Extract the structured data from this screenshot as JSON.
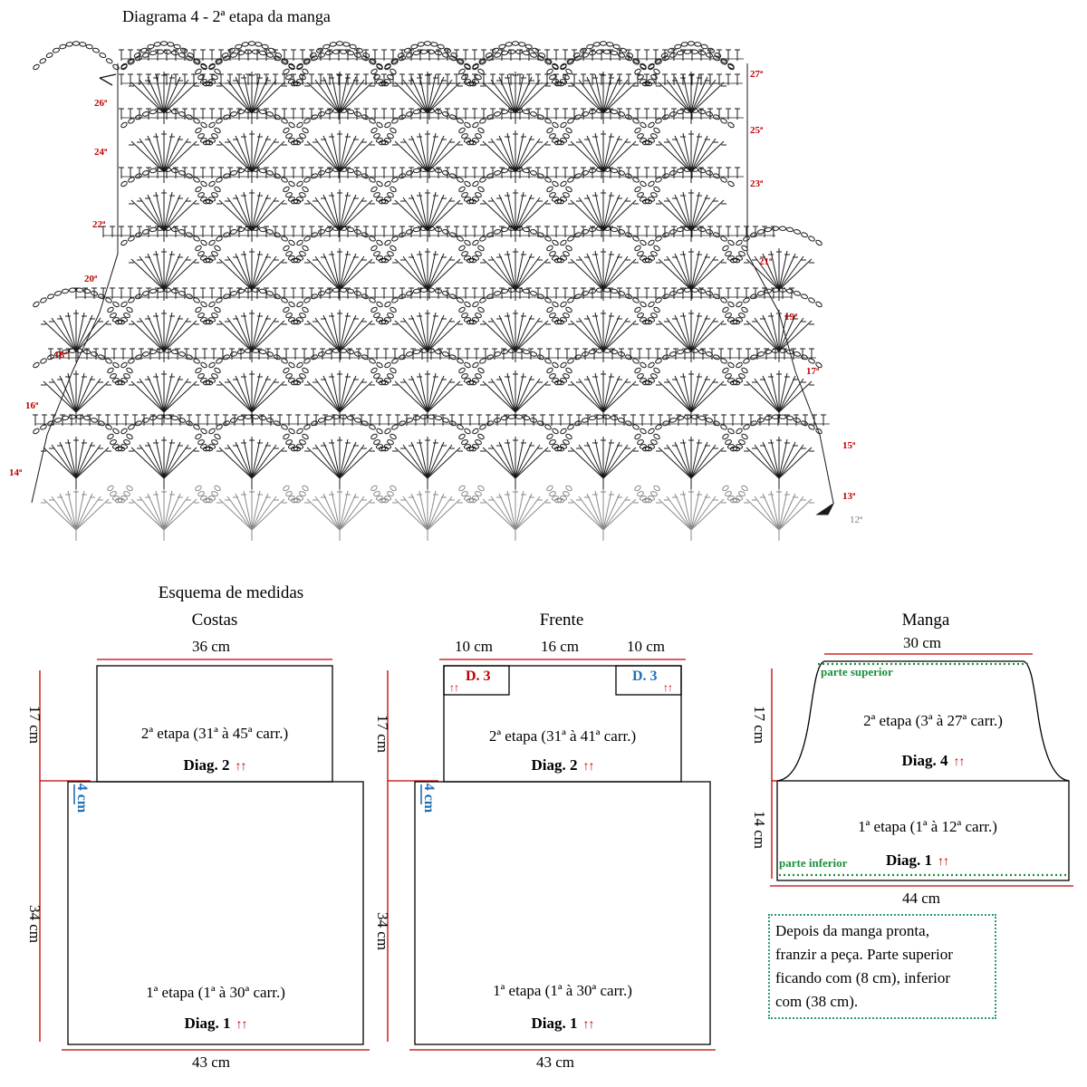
{
  "diagram4": {
    "title": "Diagrama 4 - 2ª etapa da manga",
    "rows_left": [
      "26ª",
      "24ª",
      "22ª",
      "20ª",
      "18ª",
      "16ª",
      "14ª"
    ],
    "rows_right": [
      "27ª",
      "25ª",
      "23ª",
      "21ª",
      "19ª",
      "17ª",
      "15ª",
      "13ª"
    ],
    "row_base": "12ª"
  },
  "schema": {
    "title": "Esquema de medidas",
    "arrows": "↑↑",
    "costas": {
      "title": "Costas",
      "top_width": "36 cm",
      "upper_height": "17 cm",
      "upper_step": "2ª etapa (31ª à 45ª carr.)",
      "upper_diag": "Diag. 2",
      "offset": "4 cm",
      "lower_height": "34 cm",
      "lower_step": "1ª etapa (1ª à 30ª carr.)",
      "lower_diag": "Diag. 1",
      "bottom_width": "43 cm"
    },
    "frente": {
      "title": "Frente",
      "left_width": "10 cm",
      "mid_width": "16 cm",
      "right_width": "10 cm",
      "d3_left": "D. 3",
      "d3_right": "D. 3",
      "upper_height": "17 cm",
      "upper_step": "2ª etapa (31ª à 41ª carr.)",
      "upper_diag": "Diag. 2",
      "offset": "4 cm",
      "lower_height": "34 cm",
      "lower_step": "1ª etapa (1ª à 30ª carr.)",
      "lower_diag": "Diag. 1",
      "bottom_width": "43 cm"
    },
    "manga": {
      "title": "Manga",
      "top_width": "30 cm",
      "top_label": "parte superior",
      "upper_height": "17 cm",
      "upper_step": "2ª etapa (3ª à 27ª carr.)",
      "upper_diag": "Diag. 4",
      "lower_height": "14 cm",
      "lower_step": "1ª etapa (1ª à 12ª carr.)",
      "bottom_label": "parte inferior",
      "lower_diag": "Diag. 1",
      "bottom_width": "44 cm",
      "note": [
        "Depois da manga pronta,",
        "franzir a peça. Parte superior",
        "ficando com (8 cm), inferior",
        "com (38 cm)."
      ]
    }
  },
  "colors": {
    "red": "#c00000",
    "blue": "#1e6fb5",
    "green": "#1a8f3a",
    "pattern": "#1a1a1a",
    "base": "#8a8a8a"
  }
}
